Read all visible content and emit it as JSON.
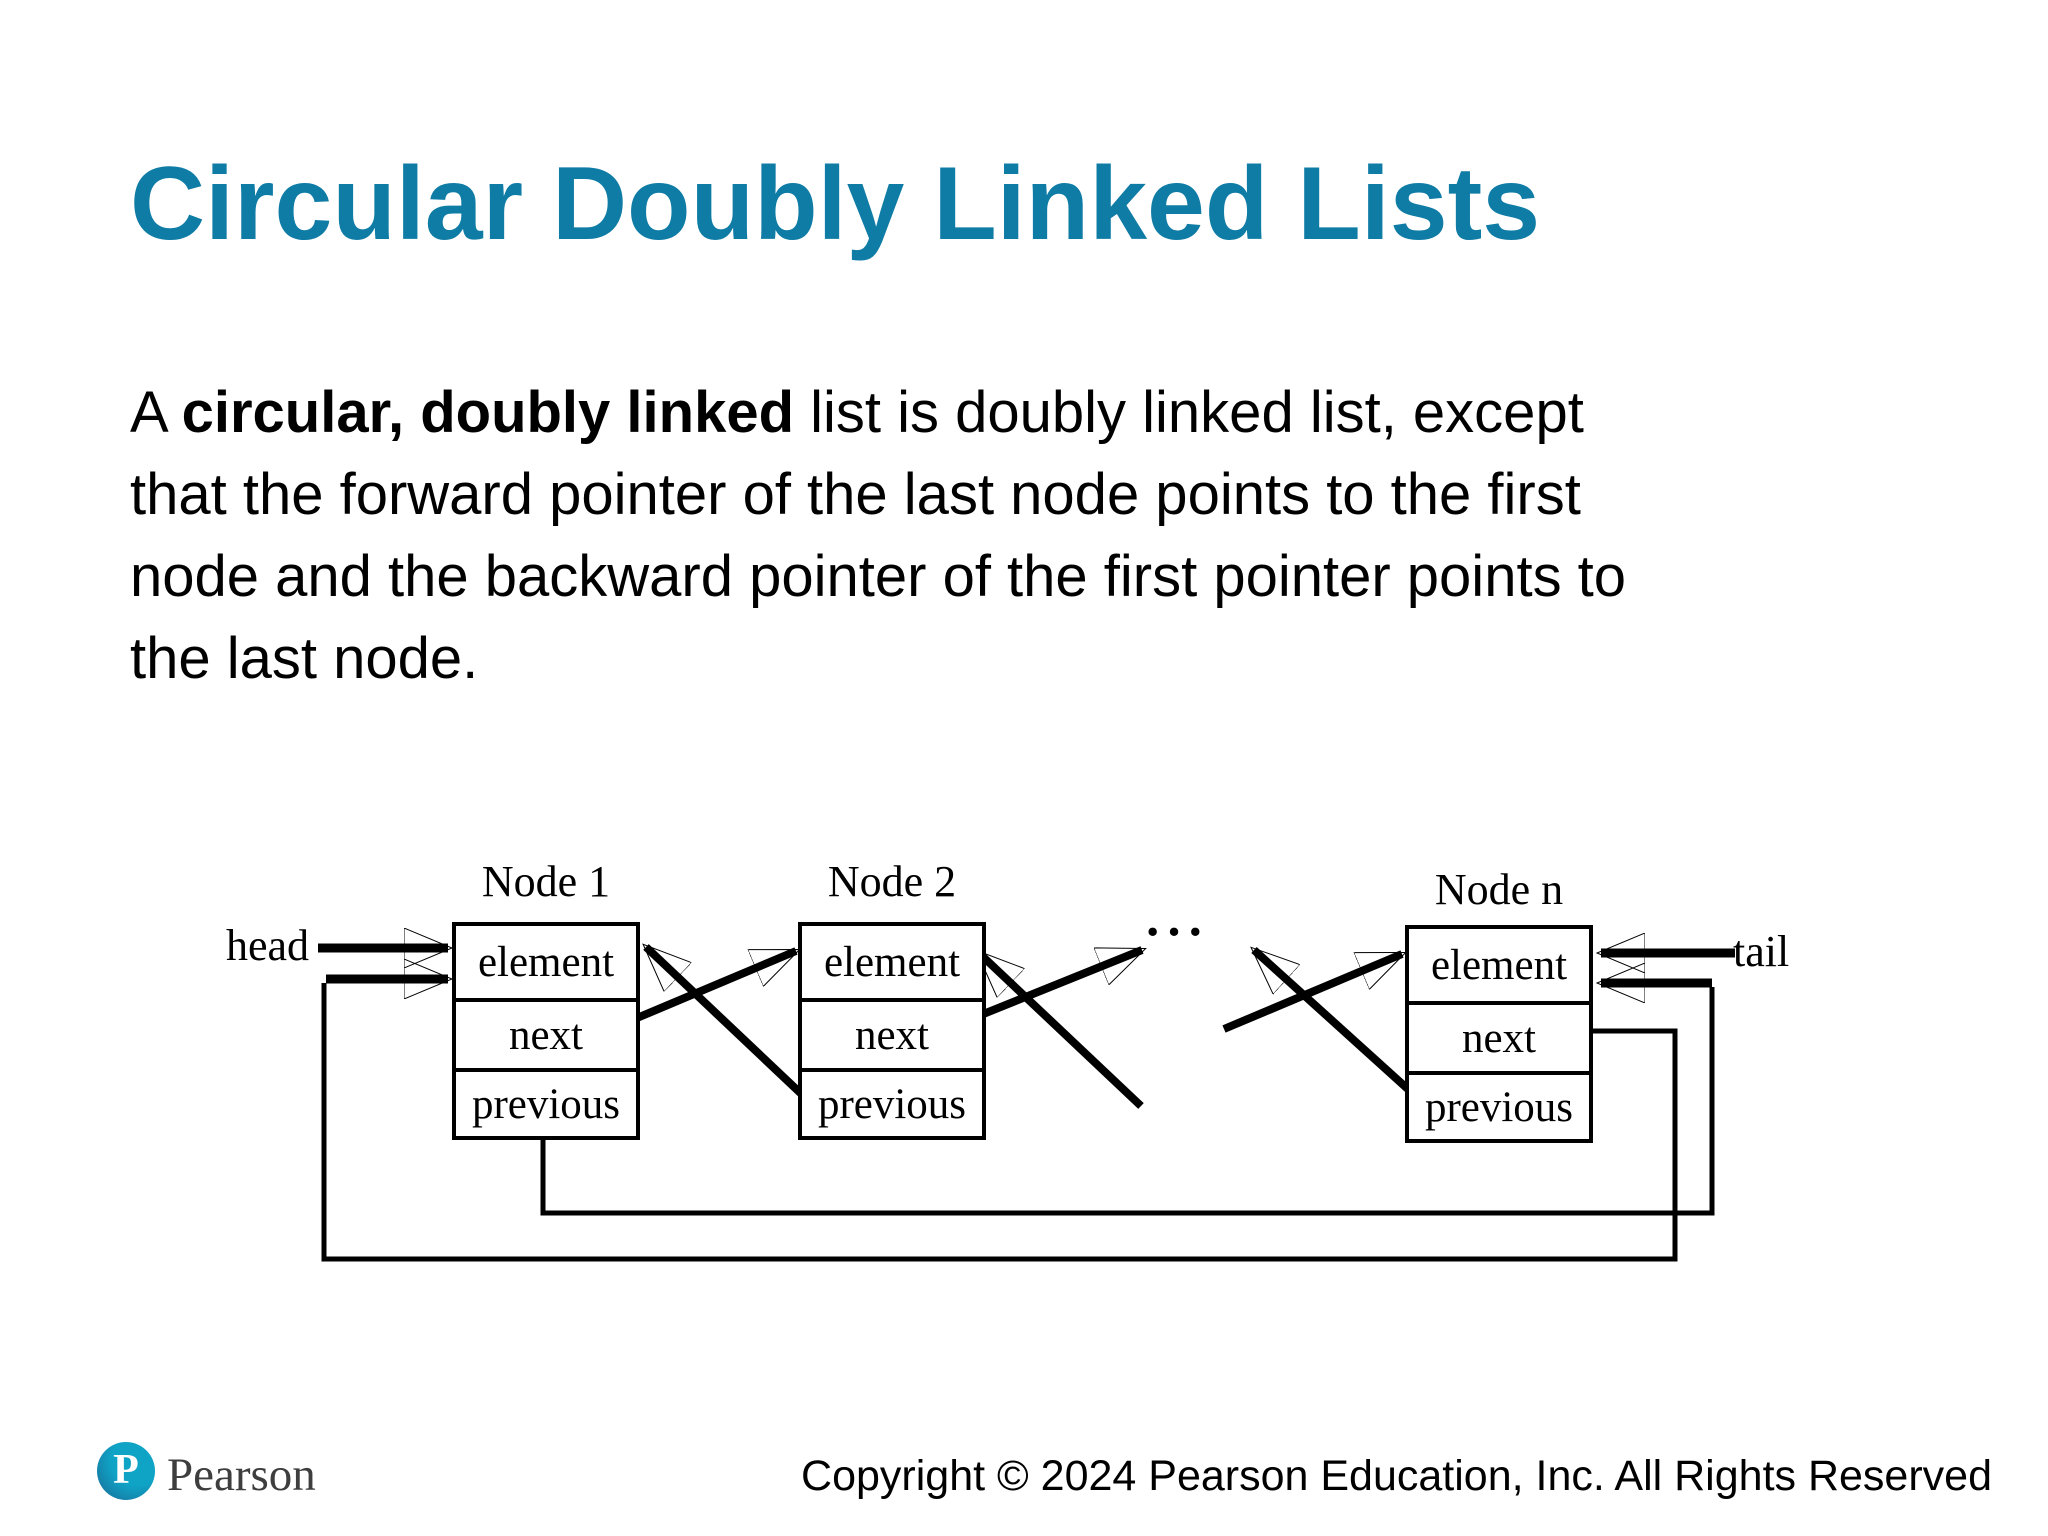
{
  "theme": {
    "accent": "#0F7CA6",
    "logo_a": "#1A6893",
    "logo_b": "#0FA3C6",
    "ink": "#000000",
    "brand_ink": "#3F3E3E"
  },
  "slide": {
    "title": "Circular Doubly Linked Lists",
    "paragraph": {
      "line1_pre": "A ",
      "line1_bold": "circular, doubly linked",
      "line1_post": " list is doubly linked list, except",
      "line2": "that the forward pointer of the last node points to the first",
      "line3": "node and the backward pointer of the first pointer points to",
      "line4": "the last node."
    }
  },
  "diagram": {
    "head_label": "head",
    "tail_label": "tail",
    "ellipsis": "···",
    "cell_labels": [
      "element",
      "next",
      "previous"
    ],
    "nodes": [
      {
        "title": "Node 1"
      },
      {
        "title": "Node 2"
      },
      {
        "title": "Node n"
      }
    ]
  },
  "footer": {
    "brand_p": "P",
    "brand": "Pearson",
    "copyright": "Copyright © 2024 Pearson Education, Inc. All Rights Reserved"
  }
}
